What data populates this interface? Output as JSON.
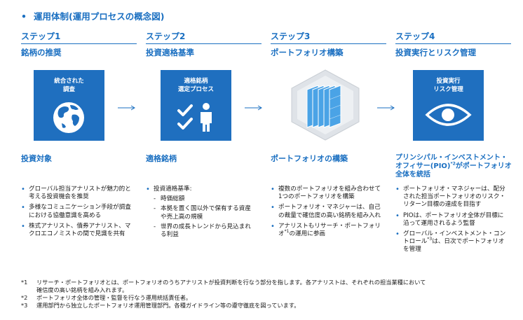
{
  "title": "運用体制(運用プロセスの概念図)",
  "title_bullet": "•",
  "steps": [
    {
      "num": "ステップ1",
      "name": "銘柄の推奨",
      "card_label_1": "統合された",
      "card_label_2": "調査",
      "icon": "globe-icon",
      "heading": "投資対象",
      "items": [
        {
          "text": "グローバル担当アナリストが魅力的と考える投資機会を推奨"
        },
        {
          "text": "多様なコミュニケーション手段が調査における協働意識を高める"
        },
        {
          "text": "株式アナリスト、債券アナリスト、マクロエコノミストの間で見識を共有"
        }
      ]
    },
    {
      "num": "ステップ2",
      "name": "投資適格基準",
      "card_label_1": "適格銘柄",
      "card_label_2": "選定プロセス",
      "icon": "check-person-icon",
      "heading": "適格銘柄",
      "items": [
        {
          "text": "投資適格基準:"
        }
      ],
      "sub_items": [
        "時価総額",
        "本拠を置く国以外で保有する資産や売上高の規模",
        "世界の成長トレンドから見込まれる利益"
      ]
    },
    {
      "num": "ステップ3",
      "name": "ポートフォリオ構築",
      "icon": "portfolio-layers-icon",
      "heading": "ポートフォリオの構築",
      "items": [
        {
          "text": "複数のポートフォリオを組み合わせて1つのポートフォリオを構築"
        },
        {
          "text": "ポートフォリオ・マネジャーは、自己の裁量で確信度の高い銘柄を組み入れ"
        },
        {
          "text_a": "アナリストもリサーチ・ポートフォリオ",
          "mark": "*1",
          "text_b": "の運用に参画"
        }
      ]
    },
    {
      "num": "ステップ4",
      "name": "投資実行とリスク管理",
      "card_label_1": "投資実行",
      "card_label_2": "リスク管理",
      "icon": "eye-icon",
      "heading_1": "プリンシパル・インベストメント・",
      "heading_2a": "オフィサー(PIO)",
      "heading_mark": "*2",
      "heading_2b": "がポートフォリオ",
      "heading_3": "全体を統括",
      "items": [
        {
          "text": "ポートフォリオ・マネジャーは、配分された担当ポートフォリオのリスク・リターン目標の達成を目指す"
        },
        {
          "text": "PIOは、ポートフォリオ全体が目標に沿って運用されるよう監督"
        },
        {
          "text_a": "グローバル・インベストメント・コントロール",
          "mark": "*3",
          "text_b": "は、日次でポートフォリオを管理"
        }
      ]
    }
  ],
  "notes": [
    {
      "mark": "*1",
      "line1": "リサーチ・ポートフォリオとは、ポートフォリオのうちアナリストが投資判断を行なう部分を指します。各アナリストは、それぞれの担当業種において",
      "line2": "確信度の高い銘柄を組み入れます。"
    },
    {
      "mark": "*2",
      "line1": "ポートフォリオ全体の管理・監督を行なう運用統括責任者。"
    },
    {
      "mark": "*3",
      "line1": "運用部門から独立したポートフォリオ運用管理部門。各種ガイドライン等の遵守徹底を図っています。"
    }
  ],
  "colors": {
    "accent": "#1a6fc1",
    "card": "#1f6fbf"
  }
}
